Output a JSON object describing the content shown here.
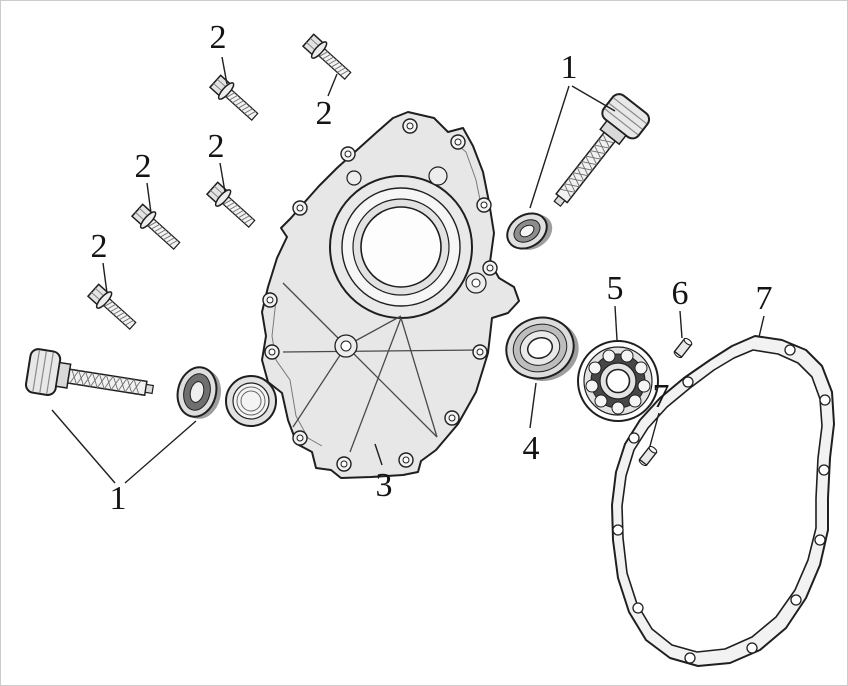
{
  "diagram": {
    "kind": "exploded-parts-diagram",
    "subject": "engine crankcase side cover assembly",
    "background_color": "#ffffff",
    "ink_color": "#1f1f1f",
    "metal_fill": "#e7e7e7",
    "callouts": [
      {
        "text": "2",
        "part": "flange-bolt"
      },
      {
        "text": "2",
        "part": "flange-bolt"
      },
      {
        "text": "2",
        "part": "flange-bolt"
      },
      {
        "text": "2",
        "part": "flange-bolt"
      },
      {
        "text": "2",
        "part": "flange-bolt"
      },
      {
        "text": "1",
        "part": "oil-filler-dipstick-with-seal"
      },
      {
        "text": "1",
        "part": "oil-filler-dipstick-with-seal"
      },
      {
        "text": "3",
        "part": "crankcase-side-cover"
      },
      {
        "text": "4",
        "part": "oil-seal"
      },
      {
        "text": "5",
        "part": "ball-bearing"
      },
      {
        "text": "6",
        "part": "dowel-pin"
      },
      {
        "text": "7",
        "part": "cover-gasket"
      },
      {
        "text": "7",
        "part": "dowel-pin"
      }
    ]
  }
}
